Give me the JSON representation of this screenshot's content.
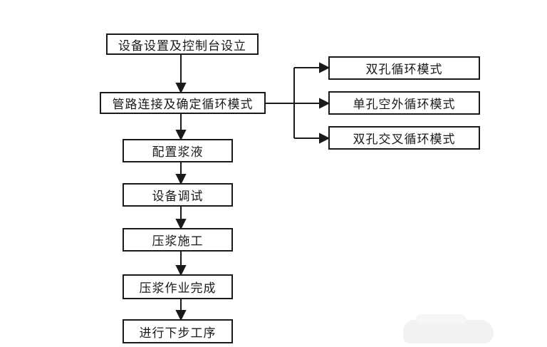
{
  "diagram": {
    "type": "flowchart",
    "nodes": {
      "setup": {
        "label": "设备设置及控制台设立"
      },
      "pipeline": {
        "label": "管路连接及确定循环模式"
      },
      "mode_double_hole": {
        "label": "双孔循环模式"
      },
      "mode_single_hole": {
        "label": "单孔空外循环模式"
      },
      "mode_cross_hole": {
        "label": "双孔交叉循环模式"
      },
      "prepare_slurry": {
        "label": "配置浆液"
      },
      "equipment_debug": {
        "label": "设备调试"
      },
      "grouting_work": {
        "label": "压浆施工"
      },
      "grouting_done": {
        "label": "压浆作业完成"
      },
      "next_process": {
        "label": "进行下步工序"
      }
    },
    "edges": [
      {
        "from": "setup",
        "to": "pipeline"
      },
      {
        "from": "pipeline",
        "to": "mode_double_hole"
      },
      {
        "from": "pipeline",
        "to": "mode_single_hole"
      },
      {
        "from": "pipeline",
        "to": "mode_cross_hole"
      },
      {
        "from": "pipeline",
        "to": "prepare_slurry"
      },
      {
        "from": "prepare_slurry",
        "to": "equipment_debug"
      },
      {
        "from": "equipment_debug",
        "to": "grouting_work"
      },
      {
        "from": "grouting_work",
        "to": "grouting_done"
      },
      {
        "from": "grouting_done",
        "to": "next_process"
      }
    ],
    "colors": {
      "background": "#ffffff",
      "node_fill": "#ffffff",
      "node_border": "#1a1a1a",
      "line": "#1a1a1a",
      "text": "#1a1a1a",
      "watermark_blob": "#f2f2f2"
    }
  }
}
